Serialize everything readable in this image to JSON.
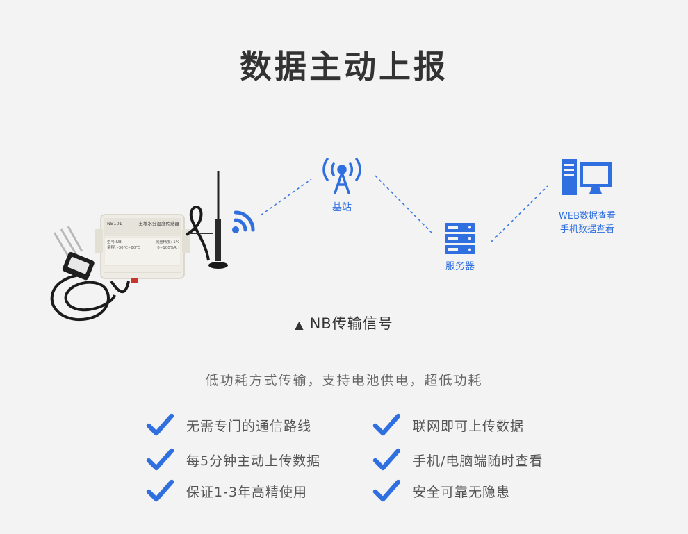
{
  "title": "数据主动上报",
  "nodes": {
    "tower_label": "基站",
    "server_label": "服务器",
    "web_lines": [
      "WEB数据查看",
      "手机数据查看"
    ]
  },
  "device": {
    "model": "NB101",
    "name": "土壤水分温度传感器",
    "spec_1": "型号:NB",
    "spec_2": "测量精度: 1%",
    "spec_3": "量程: -30℃~80℃",
    "spec_4": "0~100%RH"
  },
  "caption": {
    "marker": "▲",
    "text": "NB传输信号"
  },
  "subtitle": "低功耗方式传输，支持电池供电，超低功耗",
  "features": [
    "无需专门的通信路线",
    "联网即可上传数据",
    "每5分钟主动上传数据",
    "手机/电脑端随时查看",
    "保证1-3年高精使用",
    "安全可靠无隐患"
  ],
  "colors": {
    "accent": "#2f6fe0",
    "check": "#2f6fe0",
    "dashed_line": "#3d7ae6",
    "device_body": "#eeece4"
  },
  "icons": [
    "signal-waves-icon",
    "tower-icon",
    "server-icon",
    "computer-icon",
    "check-icon"
  ]
}
